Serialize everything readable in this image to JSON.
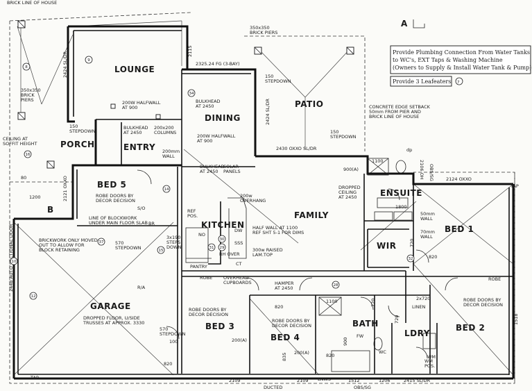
{
  "title_mark": "A",
  "notes": {
    "plumbing": [
      "Provide Plumbing Connection From Water Tanks",
      "to WC's, EXT Taps & Washing Machine",
      "(Owners to Supply & Install Water Tank & Pump)"
    ],
    "leafeaters": "Provide 3 Leafeaters",
    "leafeaters_ref": "7"
  },
  "rooms": {
    "lounge": "LOUNGE",
    "dining": "DINING",
    "patio": "PATIO",
    "porch": "PORCH",
    "entry": "ENTRY",
    "bed5": "BED 5",
    "family": "FAMILY",
    "kitchen": "KITCHEN",
    "ensuite": "ENSUITE",
    "bed1": "BED 1",
    "wir": "WIR",
    "garage": "GARAGE",
    "bed3": "BED 3",
    "bed4": "BED 4",
    "bath": "BATH",
    "ldry": "LDRY",
    "bed2": "BED 2",
    "wc": "WC",
    "pantry": "PANTRY",
    "linen": "LINEN"
  },
  "labels": {
    "brick_line": "BRICK LINE OF HOUSE",
    "brick_piers_top": [
      "350x350",
      "BRICK PIERS"
    ],
    "brick_piers_left": [
      "350x350",
      "BRICK",
      "PIERS"
    ],
    "fg_3bay": "2325.24 FG (3-BAY)",
    "dim_2115": "2115",
    "dim_2424_sl": "2424 SL/DR",
    "dim_2424_sl_patio": "2424 SL/DR",
    "halfwall_lounge": [
      "200W HALFWALL",
      "AT 900"
    ],
    "bulkhead_dining": [
      "BULKHEAD",
      "AT 2450"
    ],
    "bulkhead_entry": [
      "BULKHEAD",
      "AT 2450"
    ],
    "columns": [
      "200x200",
      "COLUMNS"
    ],
    "stepdown_150_porch": [
      "150",
      "STEPDOWN"
    ],
    "stepdown_150_patio": [
      "150",
      "STEPDOWN"
    ],
    "stepdown_150_patio2": [
      "150",
      "STEPDOWN"
    ],
    "concrete_edge": [
      "CONCRETE EDGE SETBACK",
      "50mm FROM PIER AND",
      "BRICK LINE OF HOUSE"
    ],
    "ceiling_soffit": [
      "CEILING AT",
      "SOFFIT HEIGHT"
    ],
    "halfwall_dining": [
      "200W HALFWALL",
      "AT 900"
    ],
    "wall_200mm": [
      "200mm",
      "WALL"
    ],
    "bulkhead_solar": [
      "BULKHEAD",
      "AT 2450"
    ],
    "solar_panels": [
      "SOLAR",
      "PANELS"
    ],
    "dim_2430": "2430 OXXO SL/DR",
    "dim_900a": "900(A)",
    "dim_1100": "1100",
    "dim_2106": "2106 OH",
    "obs_sg": "OBS/SG",
    "dim_2124": "2124 OXXO",
    "tap": "TAP",
    "tap_bottom": "TAP",
    "dim_1200": "1200",
    "dim_80": "80",
    "dim_2121": "2121 OXXO",
    "robe_bed5": [
      "ROBE DOORS BY",
      "DECOR DECISION"
    ],
    "blockwork": [
      "LINE OF BLOCKWORK",
      "UNDER MAIN FLOOR SLAB"
    ],
    "overhang": [
      "200w",
      "OVERHANG"
    ],
    "dropped_ceiling": [
      "DROPPED",
      "CEILING",
      "AT 2450"
    ],
    "dim_1800": "1800",
    "wall_50mm": [
      "50mm",
      "WALL"
    ],
    "wall_70mm": [
      "70mm",
      "WALL"
    ],
    "halfwall_1100": [
      "HALF WALL AT 1100",
      "REF SHT 5-1 FOR DIMS"
    ],
    "raised_top": [
      "300w RAISED",
      "LAM.TOP"
    ],
    "brickwork_moved": [
      "BRICKWORK ONLY MOVED",
      "OUT TO ALLOW FOR",
      "BLOCK RETAINING"
    ],
    "stepdown_570": [
      "570",
      "STEPDOWN"
    ],
    "stepdown_570_garage": [
      "570",
      "STEPDOWN"
    ],
    "steps_down": [
      "3x190",
      "STEPS",
      "DOWN"
    ],
    "rh_over": "RH OVER",
    "dim_820_a": "820",
    "dim_820_b": "820",
    "dim_820_c": "820",
    "dim_820_d": "820",
    "dim_720_a": "720",
    "dim_720_b": "720",
    "dim_720_c": "720",
    "robe": "ROBE",
    "robe_bed1": "ROBE",
    "robe_bed2_doors": [
      "ROBE DOORS BY",
      "DECOR DECISION"
    ],
    "robe_bed3_doors": [
      "ROBE DOORS BY",
      "DECOR DECISION"
    ],
    "robe_bed4_doors": [
      "ROBE DOORS BY",
      "DECOR DECISION"
    ],
    "overhead_cupboards": [
      "OVERHEAD",
      "CUPBOARDS"
    ],
    "hamper": [
      "HAMPER",
      "AT 2450"
    ],
    "sectional_door": "2448 AUTO SECTIONAL DOOR",
    "dropped_floor": [
      "DROPPED FLOOR, U/SIDE",
      "TRUSSES AT APPROX. 3330"
    ],
    "dim_200a_bed3": "200(A)",
    "dim_200a_bed4": "200(A)",
    "dim_100": "100",
    "dim_2109_a": "2109",
    "dim_2109_b": "2109",
    "dim_1512": "1512",
    "dim_1206": "1206",
    "dim_2415": "2415 SL/DR",
    "obs_sg_bottom": "OBS/SG",
    "ducted": "DUCTED",
    "dim_1518": "1518",
    "dim_835": "835",
    "dim_900": "900",
    "dim_1100_bath": "1100",
    "linen_2x": "2x720",
    "ra": "R/A",
    "dw": "DW",
    "sss": "SSS",
    "ct": "CT",
    "no": "NO",
    "fw": "FW",
    "wm": "WM",
    "ref_pos": [
      "REF",
      "POS."
    ],
    "wm_pos": [
      "WM",
      "POS."
    ],
    "s0": "S/O",
    "br": "BR",
    "dp": "dp",
    "lnws": "LNWS",
    "b_marker": "B"
  },
  "circle_refs": [
    "8",
    "9",
    "34",
    "16",
    "14",
    "10",
    "12",
    "37",
    "15",
    "30",
    "29",
    "31",
    "32",
    "28"
  ]
}
